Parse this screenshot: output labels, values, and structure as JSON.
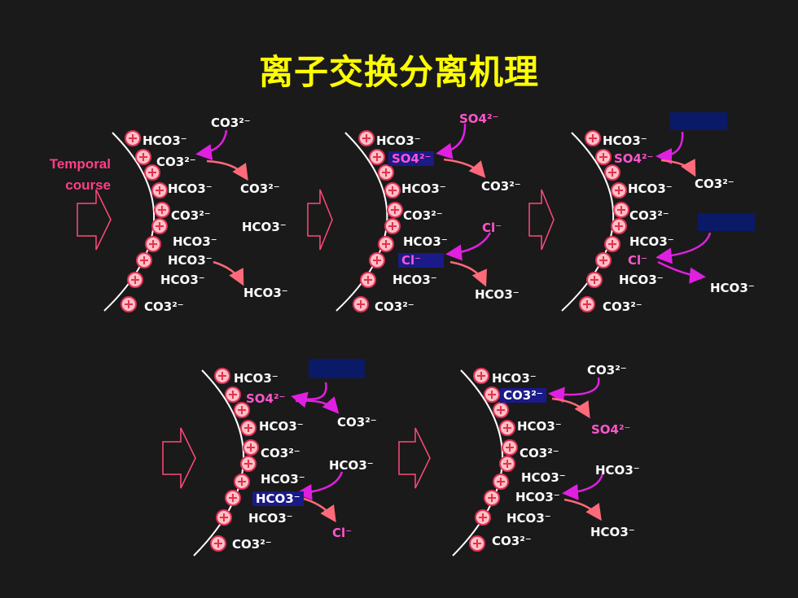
{
  "title": "离子交换分离机理",
  "temporal": {
    "line1": "Temporal",
    "line2": "course"
  },
  "colors": {
    "background": "#1a1a1a",
    "title": "#ffff00",
    "pink": "#ff55cc",
    "arrow_magenta": "#e020e0",
    "arrow_salmon": "#ff6a7a",
    "bead_fill": "#ffc0c0",
    "bead_stroke": "#e0305a",
    "highlight": "#1a1a88"
  },
  "panels": [
    {
      "bound": [
        "HCO3⁻",
        "CO3²⁻",
        "HCO3⁻",
        "CO3²⁻",
        "HCO3⁻",
        "HCO3⁻",
        "HCO3⁻",
        "CO3²⁻"
      ],
      "free": [
        "CO3²⁻",
        "CO3²⁻",
        "HCO3⁻",
        "HCO3⁻"
      ]
    },
    {
      "bound": [
        "HCO3⁻",
        "SO4²⁻",
        "HCO3⁻",
        "CO3²⁻",
        "HCO3⁻",
        "Cl⁻",
        "HCO3⁻",
        "CO3²⁻"
      ],
      "free": [
        "SO4²⁻",
        "CO3²⁻",
        "Cl⁻",
        "HCO3⁻"
      ]
    },
    {
      "bound": [
        "HCO3⁻",
        "SO4²⁻",
        "HCO3⁻",
        "CO3²⁻",
        "HCO3⁻",
        "Cl⁻",
        "HCO3⁻",
        "CO3²⁻"
      ],
      "free": [
        "CO3²⁻",
        "HCO3⁻"
      ]
    },
    {
      "bound": [
        "HCO3⁻",
        "SO4²⁻",
        "HCO3⁻",
        "CO3²⁻",
        "HCO3⁻",
        "HCO3⁻",
        "HCO3⁻",
        "CO3²⁻"
      ],
      "free": [
        "CO3²⁻",
        "HCO3⁻",
        "Cl⁻"
      ]
    },
    {
      "bound": [
        "HCO3⁻",
        "CO3²⁻",
        "HCO3⁻",
        "CO3²⁻",
        "HCO3⁻",
        "HCO3⁻",
        "HCO3⁻",
        "CO3²⁻"
      ],
      "free": [
        "CO3²⁻",
        "SO4²⁻",
        "HCO3⁻",
        "HCO3⁻"
      ]
    }
  ]
}
